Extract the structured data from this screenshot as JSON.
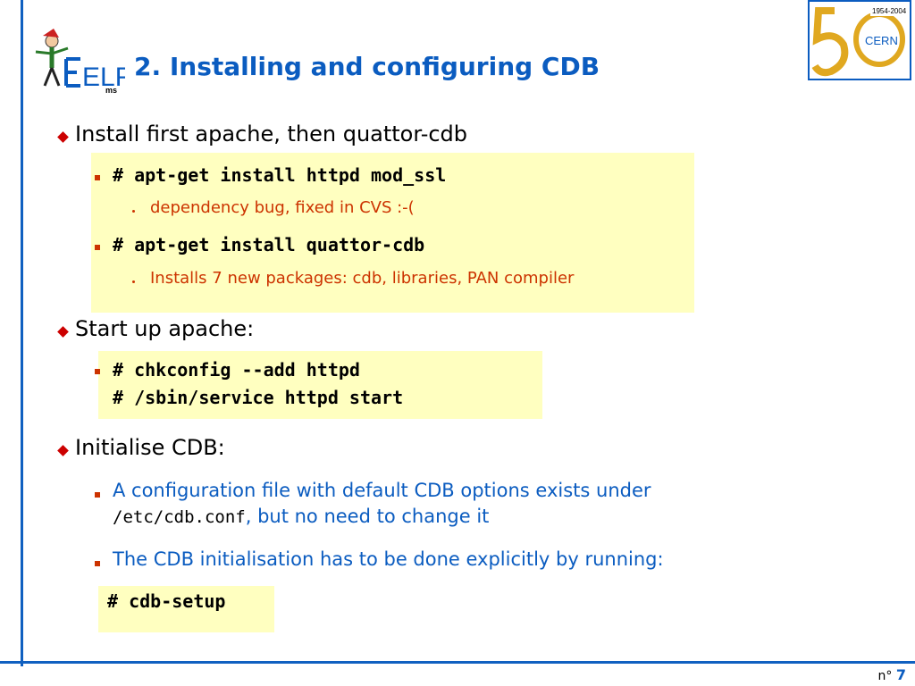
{
  "slide": {
    "title": "2. Installing and configuring CDB",
    "logo_left_text": "ELF",
    "logo_left_sub": "ms",
    "logo_right_years": "1954-2004",
    "logo_right_text": "CERN",
    "colors": {
      "accent": "#0b5cc0",
      "highlight": "#ffffc0",
      "bullet": "#cc0000",
      "sub": "#cc3300"
    }
  },
  "sections": [
    {
      "heading": "Install first apache, then quattor-cdb",
      "items": [
        {
          "code": "# apt-get install httpd mod_ssl",
          "note": "dependency bug, fixed in CVS :-("
        },
        {
          "code": "# apt-get install quattor-cdb",
          "note": "Installs 7 new packages: cdb, libraries, PAN compiler"
        }
      ]
    },
    {
      "heading": "Start up apache:",
      "code_lines": [
        "# chkconfig --add httpd",
        "# /sbin/service httpd start"
      ]
    },
    {
      "heading": "Initialise CDB:",
      "item1_line1": "A configuration file with default CDB options exists under",
      "item1_path": "/etc/cdb.conf",
      "item1_line2_rest": ", but no need to change it",
      "item2": "The CDB initialisation has to be done explicitly by running:",
      "code": "# cdb-setup"
    }
  ],
  "footer": {
    "page_prefix": "n°",
    "page_number": "7"
  }
}
